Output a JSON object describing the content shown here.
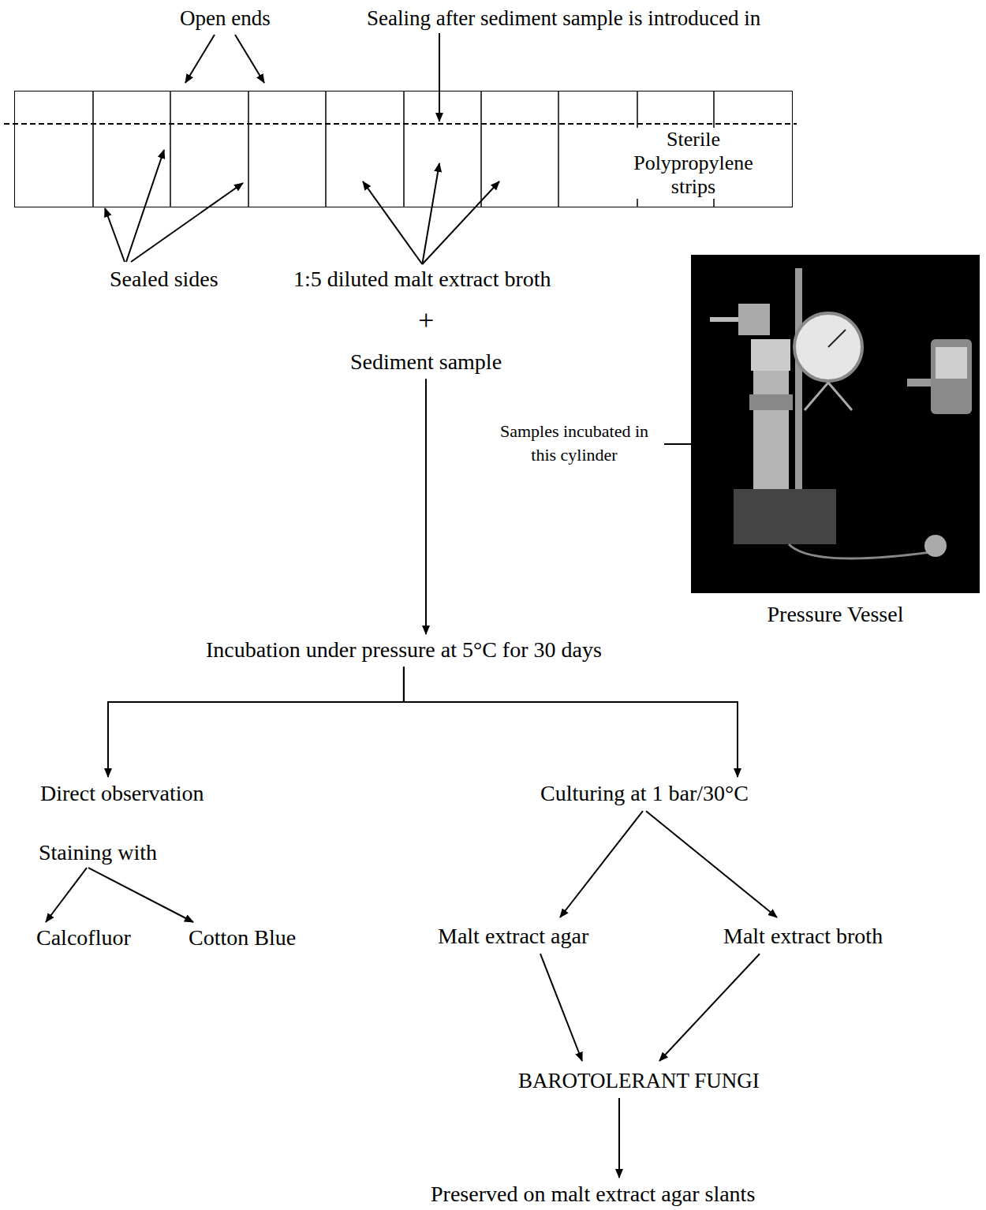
{
  "diagram": {
    "nodes": [
      {
        "text": [
          "Sterile Polypropylene strips"
        ]
      },
      {
        "text": [
          "1:5 diluted malt extract broth"
        ]
      },
      {
        "text": [
          "Sediment sample"
        ]
      },
      {
        "text": [
          "Pressure Vessel"
        ]
      },
      {
        "text": [
          "Incubation under pressure at 5°C for 30 days"
        ]
      },
      {
        "text": [
          "Direct observation"
        ]
      },
      {
        "text": [
          "Culturing  at 1 bar/30°C"
        ]
      },
      {
        "text": [
          "Staining with"
        ]
      },
      {
        "text": [
          "Calcofluor"
        ]
      },
      {
        "text": [
          "Cotton Blue"
        ]
      },
      {
        "text": [
          "Malt extract agar"
        ]
      },
      {
        "text": [
          "Malt extract broth"
        ]
      },
      {
        "text": [
          "BAROTOLERANT FUNGI"
        ]
      },
      {
        "text": [
          "Preserved on malt extract agar slants"
        ]
      }
    ],
    "edges": [
      {
        "from": 1,
        "to": 0,
        "arrow": "to"
      },
      {
        "from": 1,
        "to": 0,
        "arrow": "to"
      },
      {
        "from": 1,
        "to": 0,
        "arrow": "to"
      },
      {
        "from": 2,
        "to": 4,
        "arrow": "to"
      },
      {
        "from": 4,
        "to": 5,
        "arrow": "to"
      },
      {
        "from": 4,
        "to": 6,
        "arrow": "to"
      },
      {
        "from": 7,
        "to": 8,
        "arrow": "to"
      },
      {
        "from": 7,
        "to": 9,
        "arrow": "to"
      },
      {
        "from": 6,
        "to": 10,
        "arrow": "to"
      },
      {
        "from": 6,
        "to": 11,
        "arrow": "to"
      },
      {
        "from": 10,
        "to": 12,
        "arrow": "to"
      },
      {
        "from": 11,
        "to": 12,
        "arrow": "to"
      },
      {
        "from": 12,
        "to": 13,
        "arrow": "to"
      }
    ],
    "labels": [
      "Open ends",
      "Sealing after sediment sample is introduced in",
      "Sealed sides",
      "+",
      "Samples incubated in this cylinder"
    ]
  }
}
